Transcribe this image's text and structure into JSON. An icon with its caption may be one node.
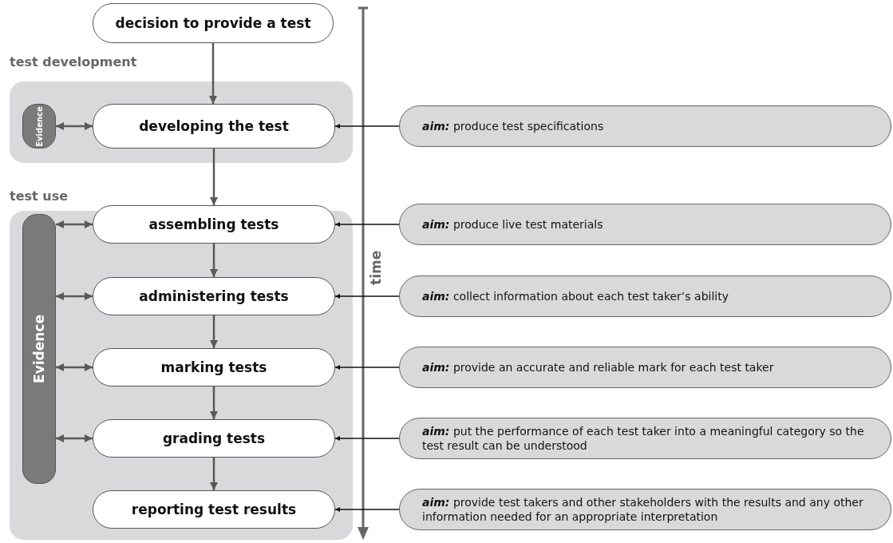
{
  "diagram": {
    "nodes": [
      {
        "text": [
          "decision to provide a test"
        ]
      },
      {
        "text": [
          "test development"
        ]
      },
      {
        "text": [
          "Evidence"
        ],
        "in": 1
      },
      {
        "text": [
          "developing the test"
        ],
        "in": 1
      },
      {
        "text": [
          "test use"
        ]
      },
      {
        "text": [
          "Evidence"
        ],
        "in": 4
      },
      {
        "text": [
          "assembling tests"
        ],
        "in": 4
      },
      {
        "text": [
          "administering tests"
        ],
        "in": 4
      },
      {
        "text": [
          "marking tests"
        ],
        "in": 4
      },
      {
        "text": [
          "grading tests"
        ],
        "in": 4
      },
      {
        "text": [
          "reporting test results"
        ],
        "in": 4
      },
      {
        "text": [
          "**aim:** produce test specifications"
        ]
      },
      {
        "text": [
          "**aim:** produce live test materials"
        ]
      },
      {
        "text": [
          "**aim:** collect information about each test taker’s ability"
        ]
      },
      {
        "text": [
          "**aim:** provide an accurate and reliable mark for each test taker"
        ]
      },
      {
        "text": [
          "**aim:** put the performance of each test taker into a meaningful category so the test result can be understood"
        ]
      },
      {
        "text": [
          "**aim:** provide test takers and other stakeholders with the results and any other information needed for an appropriate interpretation"
        ]
      }
    ],
    "edges": [
      {
        "from": 0,
        "to": 3,
        "arrow": "to"
      },
      {
        "from": 3,
        "to": 6,
        "arrow": "to"
      },
      {
        "from": 6,
        "to": 7,
        "arrow": "to"
      },
      {
        "from": 7,
        "to": 8,
        "arrow": "to"
      },
      {
        "from": 8,
        "to": 9,
        "arrow": "to"
      },
      {
        "from": 9,
        "to": 10,
        "arrow": "to"
      },
      {
        "from": 3,
        "to": 2,
        "arrow": "both"
      },
      {
        "from": 6,
        "to": 5,
        "arrow": "both"
      },
      {
        "from": 7,
        "to": 5,
        "arrow": "both"
      },
      {
        "from": 8,
        "to": 5,
        "arrow": "both"
      },
      {
        "from": 9,
        "to": 5,
        "arrow": "both"
      },
      {
        "from": 11,
        "to": 3,
        "arrow": "to",
        "color": "#111111"
      },
      {
        "from": 12,
        "to": 6,
        "arrow": "to",
        "color": "#111111"
      },
      {
        "from": 13,
        "to": 7,
        "arrow": "to",
        "color": "#111111"
      },
      {
        "from": 14,
        "to": 8,
        "arrow": "to",
        "color": "#111111"
      },
      {
        "from": 15,
        "to": 9,
        "arrow": "to",
        "color": "#111111"
      },
      {
        "from": 16,
        "to": 10,
        "arrow": "to",
        "color": "#111111"
      }
    ],
    "labels": [
      "time"
    ]
  }
}
